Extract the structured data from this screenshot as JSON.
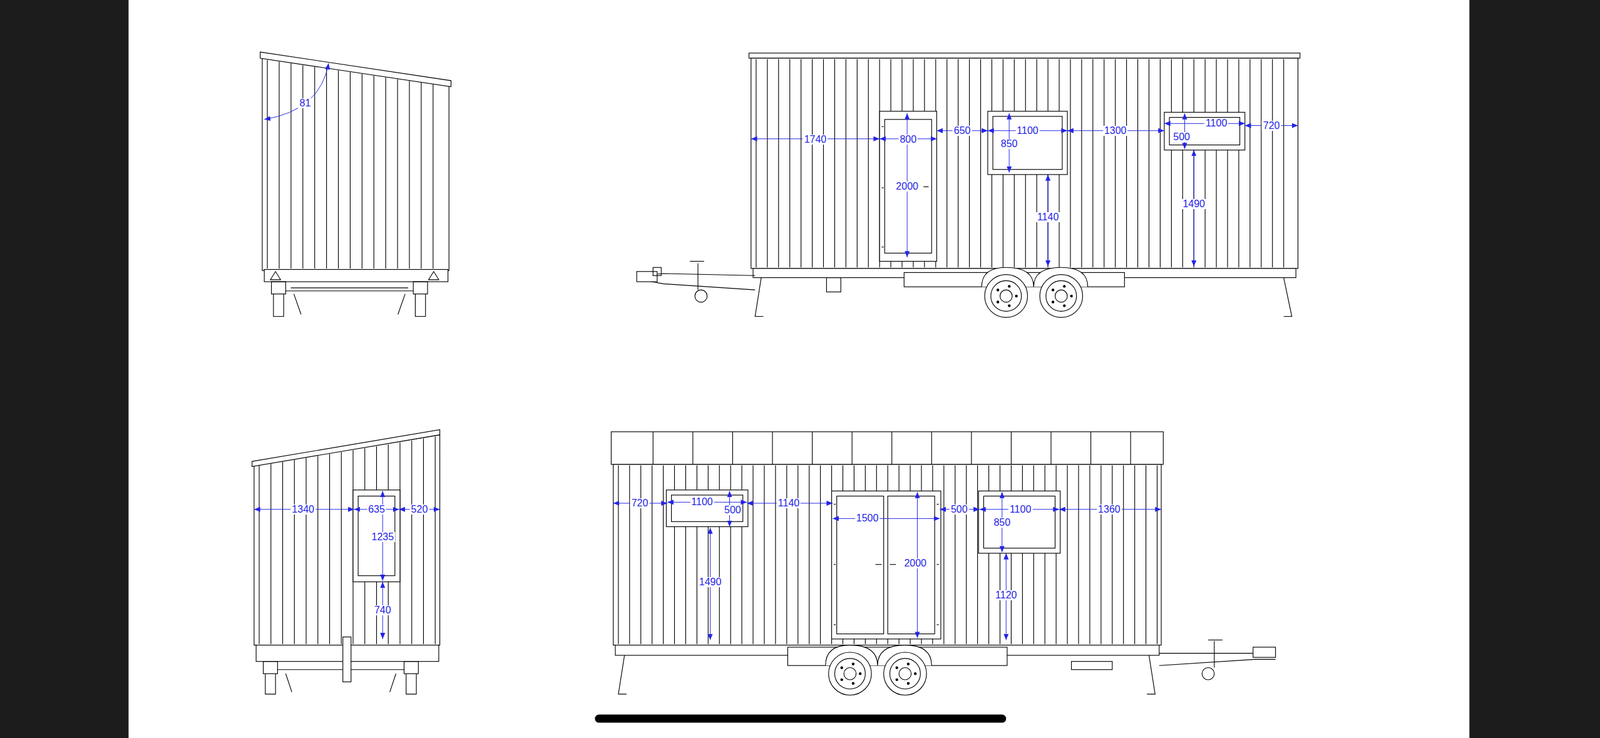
{
  "diagram": {
    "labels": [
      "81",
      "1740",
      "800",
      "2000",
      "650",
      "1100",
      "850",
      "1140",
      "1300",
      "500",
      "1100",
      "1490",
      "720",
      "1340",
      "635",
      "1235",
      "740",
      "520",
      "720",
      "1100",
      "500",
      "1490",
      "1140",
      "1500",
      "2000",
      "500",
      "1100",
      "850",
      "1120",
      "1360"
    ]
  }
}
